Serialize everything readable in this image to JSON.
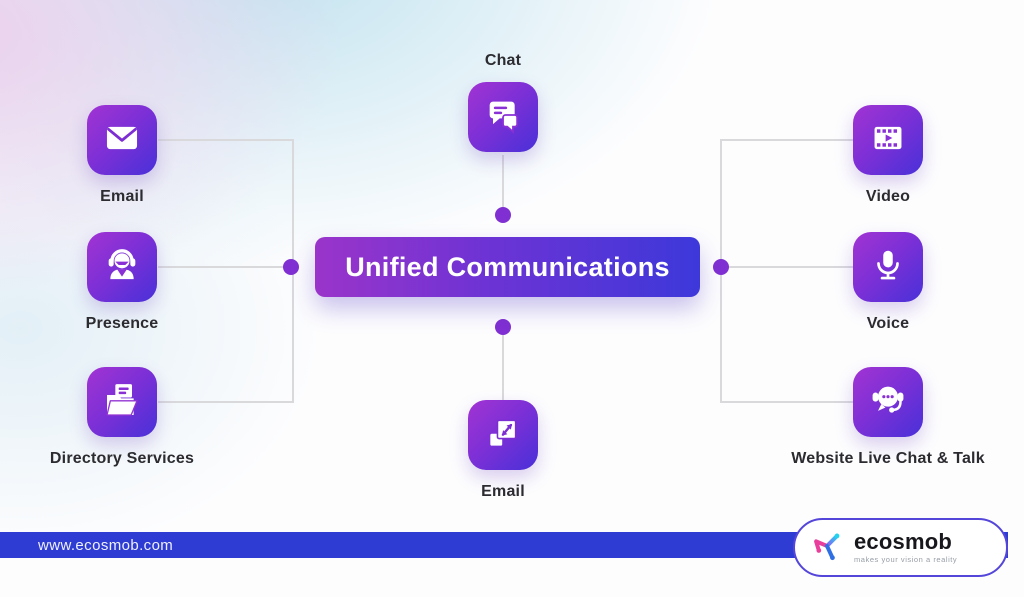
{
  "title": "Unified Communications",
  "nodes": {
    "left": [
      {
        "label": "Email",
        "icon": "envelope-icon"
      },
      {
        "label": "Presence",
        "icon": "support-agent-icon"
      },
      {
        "label": "Directory Services",
        "icon": "folder-documents-icon"
      }
    ],
    "top": {
      "label": "Chat",
      "icon": "chat-bubbles-icon"
    },
    "bottom": {
      "label": "Email",
      "icon": "expand-squares-icon"
    },
    "right": [
      {
        "label": "Video",
        "icon": "film-play-icon"
      },
      {
        "label": "Voice",
        "icon": "microphone-icon"
      },
      {
        "label": "Website Live Chat & Talk",
        "icon": "headset-chat-icon"
      }
    ]
  },
  "footer": {
    "website_url": "www.ecosmob.com"
  },
  "brand": {
    "name": "ecosmob",
    "tagline": "makes your vision a reality"
  },
  "colors": {
    "tile_gradient_start": "#a233d3",
    "tile_gradient_end": "#4930d8",
    "banner_gradient_start": "#9a34ca",
    "banner_gradient_end": "#3d38da",
    "connector_dot": "#8030d2",
    "connector_line": "#d9d9dc",
    "footer_bar_blue": "#2f3cd3",
    "label_text": "#2b2b30"
  }
}
